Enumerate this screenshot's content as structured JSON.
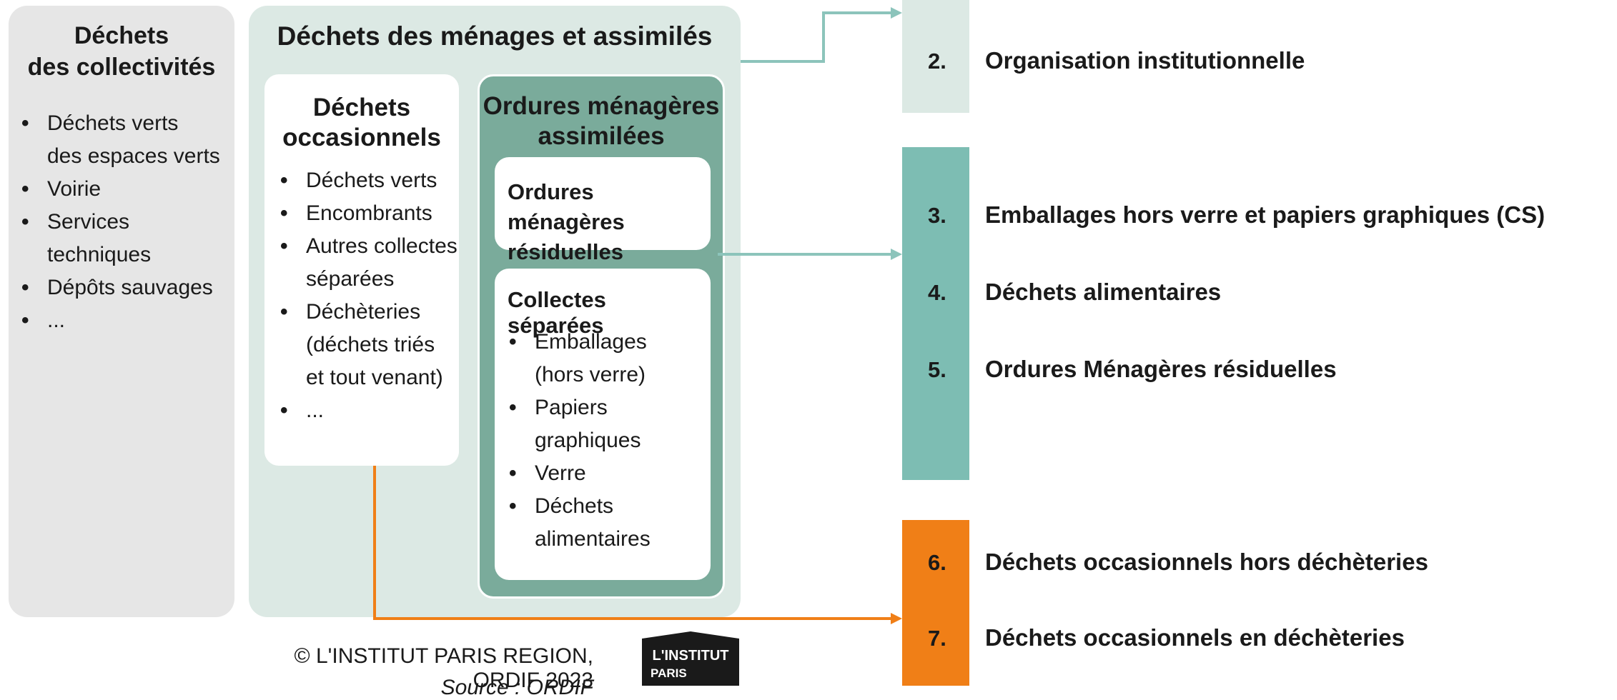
{
  "collectivites": {
    "title_line1": "Déchets",
    "title_line2": "des collectivités",
    "items": [
      [
        "Déchets verts",
        "des espaces verts"
      ],
      [
        "Voirie"
      ],
      [
        "Services",
        "techniques"
      ],
      [
        "Dépôts sauvages"
      ],
      [
        "..."
      ]
    ]
  },
  "menages": {
    "title": "Déchets des ménages et assimilés",
    "occasionnels": {
      "title_line1": "Déchets",
      "title_line2": "occasionnels",
      "items": [
        [
          "Déchets verts"
        ],
        [
          "Encombrants"
        ],
        [
          "Autres collectes",
          "séparées"
        ],
        [
          "Déchèteries",
          "(déchets triés",
          "et tout venant)"
        ],
        [
          "..."
        ]
      ]
    },
    "ordures": {
      "title_line1": "Ordures ménagères",
      "title_line2": "assimilées",
      "residuelles_line1": "Ordures ménagères",
      "residuelles_line2": "résiduelles",
      "collectes_title": "Collectes séparées",
      "collectes_items": [
        [
          "Emballages",
          "(hors verre)"
        ],
        [
          "Papiers",
          "graphiques"
        ],
        [
          "Verre"
        ],
        [
          "Déchets",
          "alimentaires"
        ]
      ]
    }
  },
  "categories": [
    {
      "num": "2.",
      "label": "Organisation institutionnelle"
    },
    {
      "num": "3.",
      "label": "Emballages hors verre et papiers graphiques (CS)"
    },
    {
      "num": "4.",
      "label": "Déchets alimentaires"
    },
    {
      "num": "5.",
      "label": "Ordures Ménagères résiduelles"
    },
    {
      "num": "6.",
      "label": "Déchets occasionnels hors déchèteries"
    },
    {
      "num": "7.",
      "label": "Déchets occasionnels en déchèteries"
    }
  ],
  "footer": {
    "credit": "© L'INSTITUT PARIS REGION, ORDIF 2023",
    "source": "Source : ORDIF",
    "logo_line1": "L'INSTITUT",
    "logo_line2": "PARIS"
  },
  "colors": {
    "grey_panel": "#e6e6e6",
    "menages_panel": "#dce9e4",
    "ordures_box": "#7aab9b",
    "teal_block": "#7dbdb3",
    "orange_block": "#f07f17",
    "arrow_teal": "#8cc4bb",
    "arrow_orange": "#f07f17"
  }
}
